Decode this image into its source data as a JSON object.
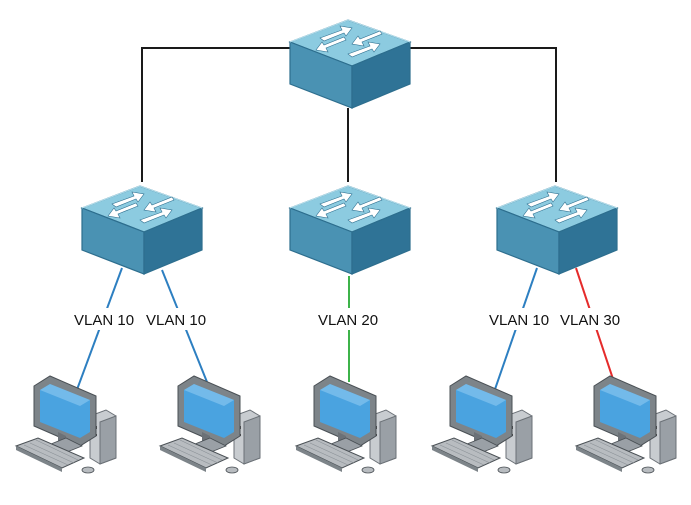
{
  "colors": {
    "background": "#ffffff",
    "trunk_link": "#1a1a1a",
    "vlan_10": "#2d7fc1",
    "vlan_20": "#3db34a",
    "vlan_30": "#e52b2b",
    "switch_top": "#7fc3db",
    "switch_front": "#4a92b3",
    "switch_side": "#2d6e8e",
    "switch_arrow": "#ffffff",
    "monitor_screen": "#4aa3e0",
    "computer_body": "#c8ccd0",
    "computer_dark": "#8a9096"
  },
  "switches": [
    {
      "id": "core-switch",
      "icon": "switch-icon"
    },
    {
      "id": "access-switch-left",
      "icon": "switch-icon"
    },
    {
      "id": "access-switch-middle",
      "icon": "switch-icon"
    },
    {
      "id": "access-switch-right",
      "icon": "switch-icon"
    }
  ],
  "links": [
    {
      "from": "core-switch",
      "to": "access-switch-left",
      "type": "trunk"
    },
    {
      "from": "core-switch",
      "to": "access-switch-middle",
      "type": "trunk"
    },
    {
      "from": "core-switch",
      "to": "access-switch-right",
      "type": "trunk"
    },
    {
      "from": "access-switch-left",
      "to": "computer-1",
      "vlan": "VLAN 10"
    },
    {
      "from": "access-switch-left",
      "to": "computer-2",
      "vlan": "VLAN 10"
    },
    {
      "from": "access-switch-middle",
      "to": "computer-3",
      "vlan": "VLAN 20"
    },
    {
      "from": "access-switch-right",
      "to": "computer-4",
      "vlan": "VLAN 10"
    },
    {
      "from": "access-switch-right",
      "to": "computer-5",
      "vlan": "VLAN 30"
    }
  ],
  "vlan_labels": [
    "VLAN 10",
    "VLAN 10",
    "VLAN 20",
    "VLAN 10",
    "VLAN 30"
  ],
  "computers": [
    {
      "id": "computer-1",
      "icon": "computer-icon"
    },
    {
      "id": "computer-2",
      "icon": "computer-icon"
    },
    {
      "id": "computer-3",
      "icon": "computer-icon"
    },
    {
      "id": "computer-4",
      "icon": "computer-icon"
    },
    {
      "id": "computer-5",
      "icon": "computer-icon"
    }
  ]
}
